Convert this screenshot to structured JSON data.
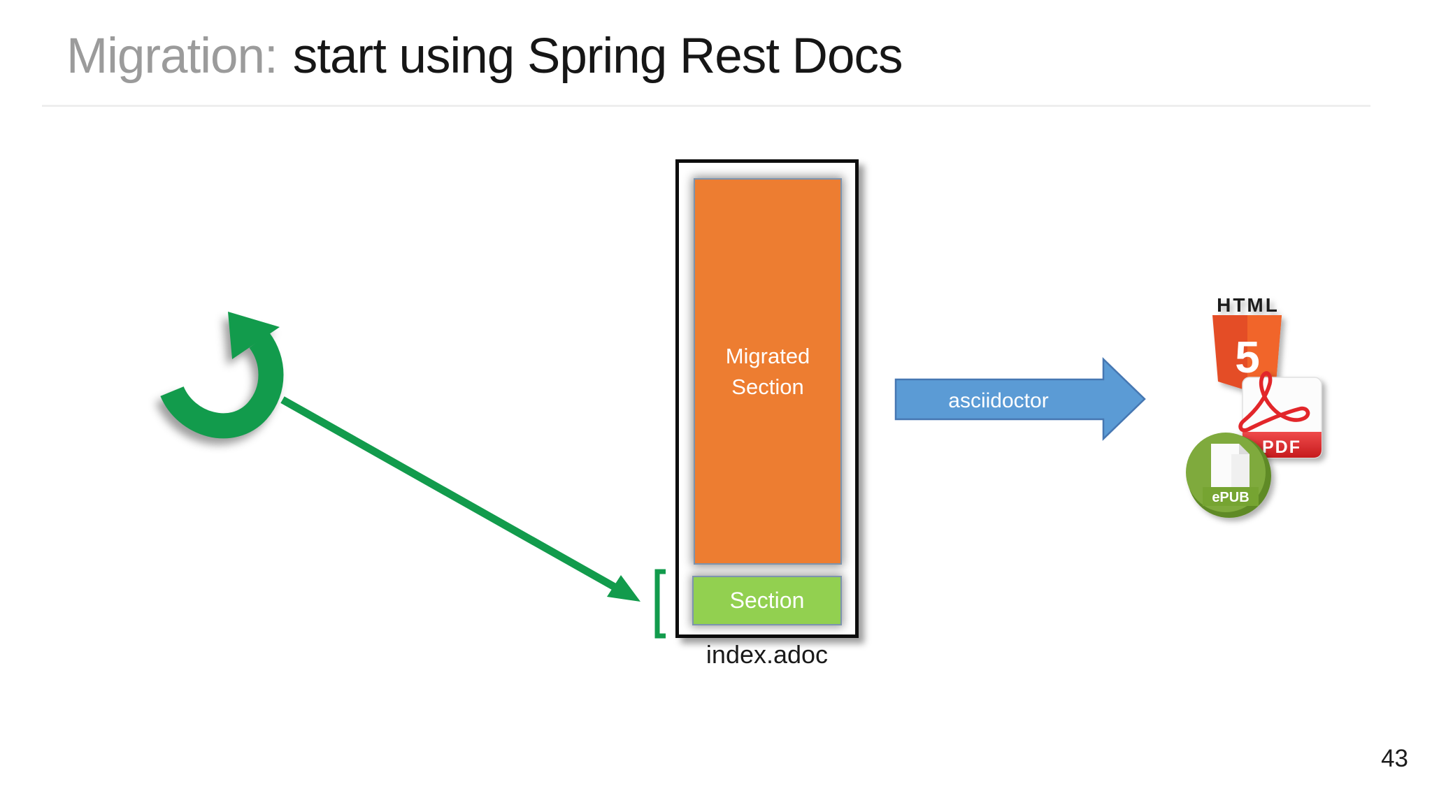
{
  "title": {
    "prefix": "Migration:",
    "main": "start using Spring Rest Docs"
  },
  "diagram": {
    "file_label": "index.adoc",
    "migrated_label": "Migrated Section",
    "section_label": "Section",
    "process_label": "asciidoctor"
  },
  "outputs": {
    "html5": {
      "wordmark": "HTML",
      "numeral": "5"
    },
    "pdf": {
      "label": "PDF"
    },
    "epub": {
      "label": "ePUB"
    }
  },
  "page_number": "43",
  "colors": {
    "accent_orange": "#ED7D31",
    "accent_green_box": "#92D050",
    "accent_blue": "#5B9BD5",
    "arrow_green": "#129B4C",
    "title_gray": "#9B9B9B",
    "html5_orange": "#E44D26",
    "html5_orange_light": "#F16529",
    "pdf_red": "#D8252B",
    "epub_green": "#76A432"
  }
}
